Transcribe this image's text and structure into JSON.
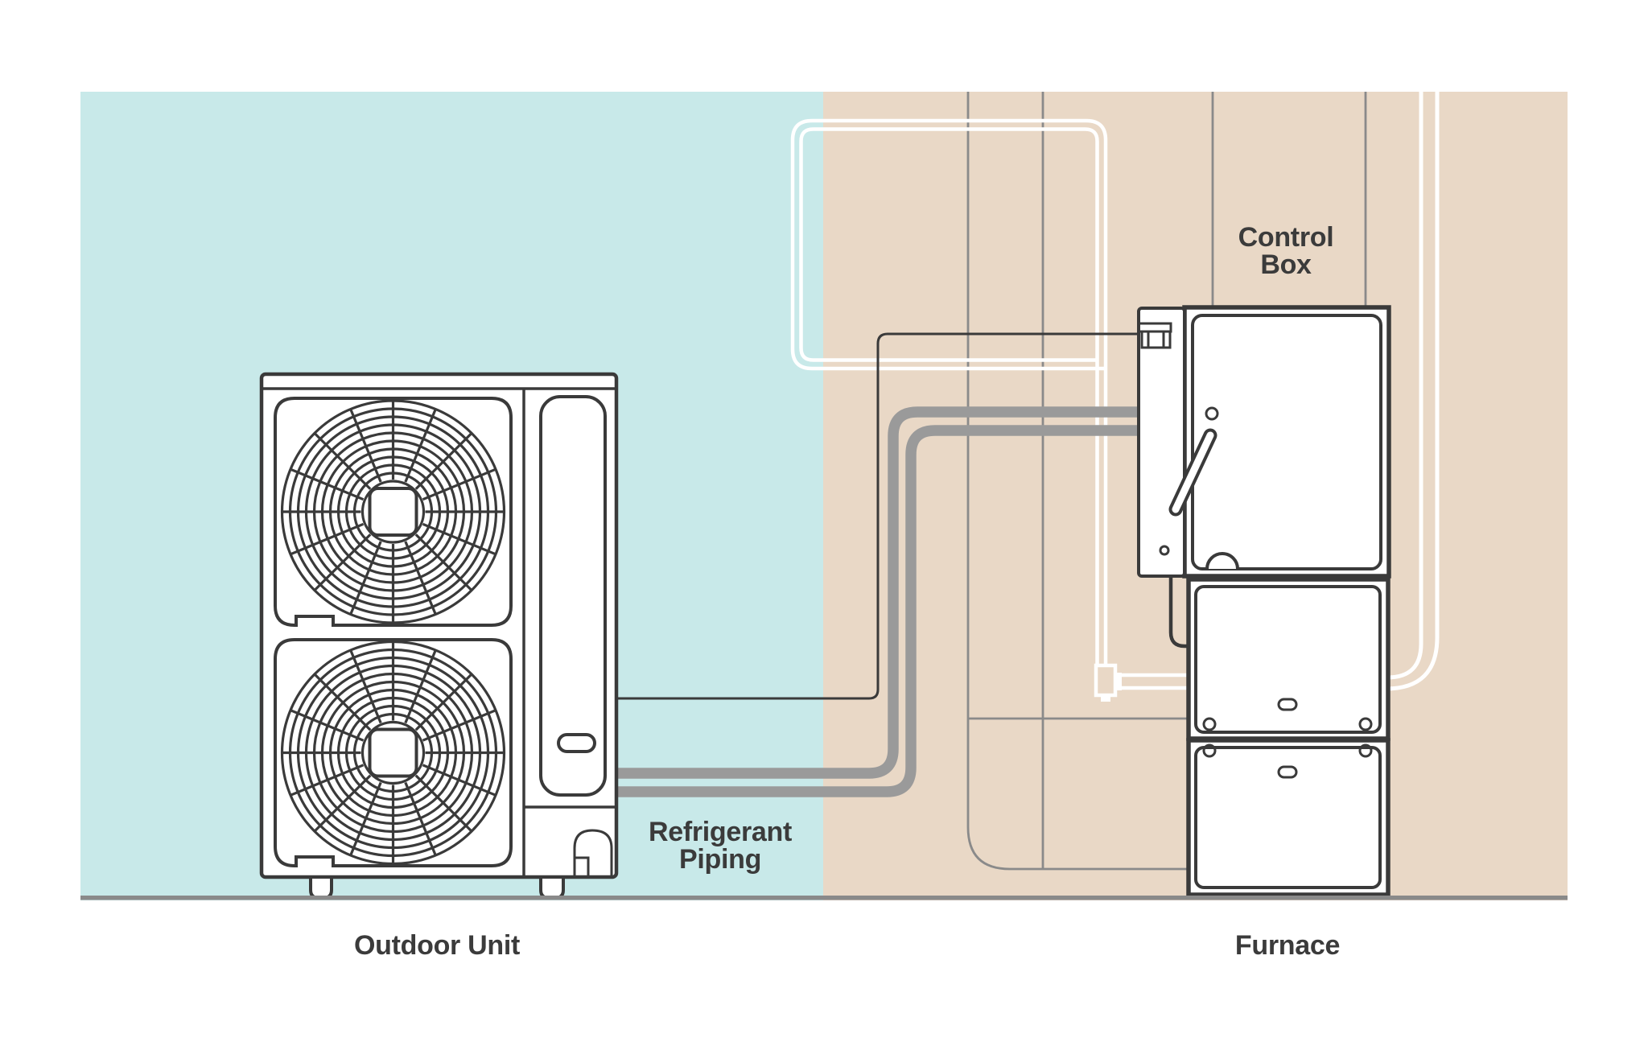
{
  "labels": {
    "outdoor_unit": "Outdoor Unit",
    "refrigerant_piping_line1": "Refrigerant",
    "refrigerant_piping_line2": "Piping",
    "control_box_line1": "Control",
    "control_box_line2": "Box",
    "furnace": "Furnace"
  },
  "colors": {
    "outdoor_bg": "#c8e9e9",
    "indoor_bg": "#e9d8c6",
    "outline_dark": "#3a3a3a",
    "pipe_gray": "#9a9a9a",
    "wall_line": "#8a8a8a",
    "ground": "#8a8a8a",
    "duct_white": "#ffffff",
    "label_text": "#3b3b3b"
  }
}
